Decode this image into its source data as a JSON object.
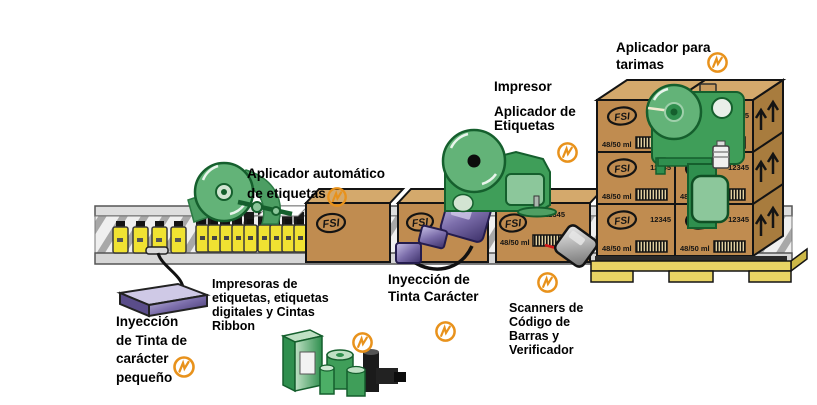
{
  "product": {
    "logo": "FSI",
    "volume": "48/50 ml",
    "code": "12345"
  },
  "colors": {
    "accent_orange": "#E8921C",
    "carton_brown": "#C08C50",
    "machine_green": "#3F9E59",
    "bottle_yellow": "#F0E232",
    "device_purple": "#5A4D8A",
    "belt_gray": "#D9D9D9",
    "laser_red": "#CF1717"
  },
  "stations": {
    "small_char_inkjet": {
      "label_lines": [
        "Inyección",
        "de Tinta de",
        "carácter",
        "pequeño"
      ]
    },
    "auto_label_applicator": {
      "label_lines": [
        "Aplicador automático",
        "de etiquetas"
      ]
    },
    "label_printers": {
      "label_lines": [
        "Impresoras de",
        "etiquetas, etiquetas",
        "digitales y Cintas",
        "Ribbon"
      ]
    },
    "char_inkjet": {
      "label_lines": [
        "Inyección de",
        "Tinta Carácter"
      ]
    },
    "printer_applicator": {
      "label_lines": [
        "Impresor",
        "Aplicador de",
        "Etiquetas"
      ]
    },
    "barcode_scanners": {
      "label_lines": [
        "Scanners de",
        "Código de",
        "Barras y",
        "Verificador"
      ]
    },
    "pallet_applicator": {
      "label_lines": [
        "Aplicador para",
        "tarimas"
      ]
    }
  }
}
